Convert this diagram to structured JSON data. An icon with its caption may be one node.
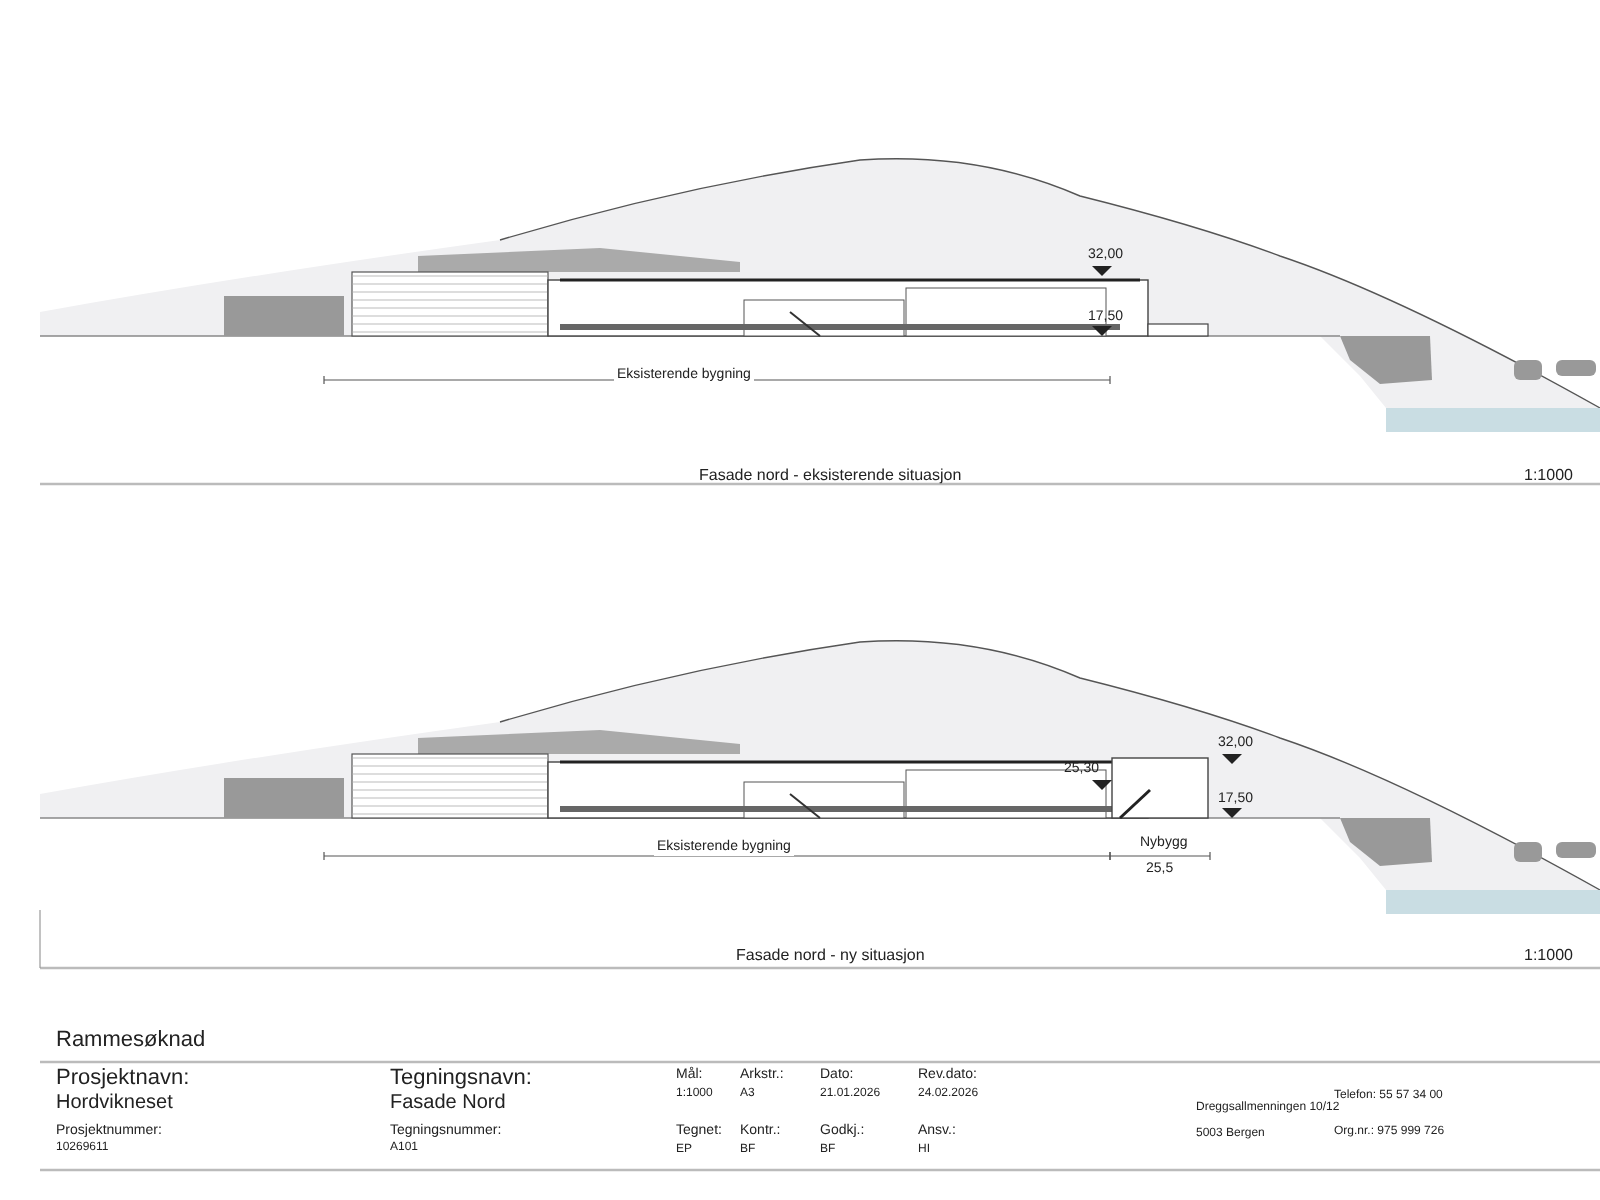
{
  "diagram": {
    "labels": [
      "32,00",
      "17,50",
      "Eksisterende bygning",
      "Fasade nord - eksisterende situasjon",
      "1:1000",
      "25,30",
      "32,00",
      "17,50",
      "Eksisterende bygning",
      "Nybygg",
      "25,5",
      "Fasade nord - ny situasjon",
      "1:1000",
      "Rammesøknad",
      "Prosjektnavn:",
      "Hordvikneset",
      "Prosjektnummer:",
      "10269611",
      "Tegningsnavn:",
      "Fasade Nord",
      "Tegningsnummer:",
      "A101",
      "Mål:",
      "1:1000",
      "Arkstr.:",
      "A3",
      "Dato:",
      "21.01.2026",
      "Rev.dato:",
      "24.02.2026",
      "Tegnet:",
      "EP",
      "Kontr.:",
      "BF",
      "Godkj.:",
      "BF",
      "Ansv.:",
      "HI",
      "Dreggsallmenningen 10/12",
      "5003 Bergen",
      "Telefon: 55 57 34 00",
      "Org.nr.: 975 999 726"
    ]
  }
}
